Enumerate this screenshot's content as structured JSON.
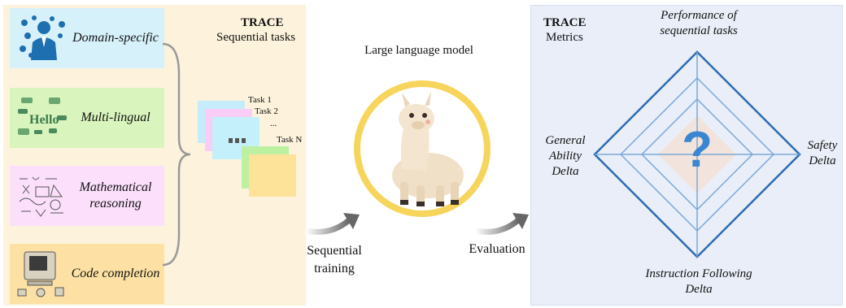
{
  "left_panel": {
    "title": "TRACE",
    "subtitle": "Sequential tasks",
    "categories": [
      {
        "label": "Domain-specific",
        "color": "#d7f1fb",
        "icon": "businessman-icon"
      },
      {
        "label": "Multi-lingual",
        "color": "#d9f5bd",
        "icon": "hello-words-icon"
      },
      {
        "label": "Mathematical reasoning",
        "color": "#fbdffb",
        "icon": "math-doodle-icon"
      },
      {
        "label": "Code completion",
        "color": "#fde1a4",
        "icon": "computer-icon"
      }
    ],
    "tasks": {
      "task1": "Task 1",
      "task2": "Task 2",
      "ellipsis_small": "...",
      "taskN": "Task N"
    }
  },
  "middle": {
    "model_title": "Large language model",
    "model_icon": "llama-icon",
    "sequential_label": "Sequential training",
    "evaluation_label": "Evaluation"
  },
  "right_panel": {
    "title": "TRACE",
    "subtitle": "Metrics",
    "axes": {
      "top": "Performance of sequential tasks",
      "right": "Safety Delta",
      "bottom": "Instruction Following Delta",
      "left": "General Ability Delta"
    },
    "center_symbol": "?"
  },
  "colors": {
    "left_bg": "#fdf3dc",
    "right_bg": "#e9eef8",
    "radar_outer": "#2e6bb0",
    "radar_inner": "#7aa8d8",
    "question": "#3b86d1",
    "ring": "#f7d45c"
  }
}
